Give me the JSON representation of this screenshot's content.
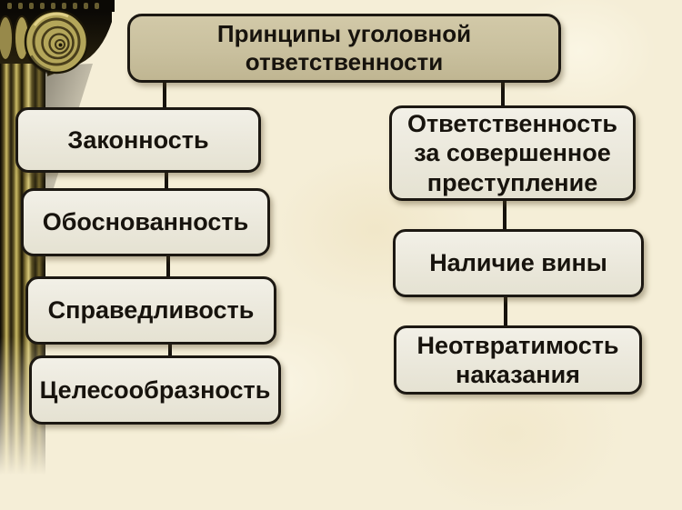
{
  "slide": {
    "title": "Принципы уголовной\nответственности",
    "left_branch": [
      "Законность",
      "Обоснованность",
      "Справедливость",
      "Целесообразность"
    ],
    "right_branch": [
      "Ответственность\nза совершенное\nпреступление",
      "Наличие вины",
      "Неотвратимость\nнаказания"
    ]
  },
  "decoration": {
    "icon": "ionic-column-illustration"
  },
  "colors": {
    "background": "#f5eed7",
    "title_box_fill": "#c9c09e",
    "node_box_fill": "#ebe8dc",
    "border": "#1c1812",
    "text": "#17130d",
    "connector": "#17130d",
    "column_gold": "#c9b964"
  }
}
